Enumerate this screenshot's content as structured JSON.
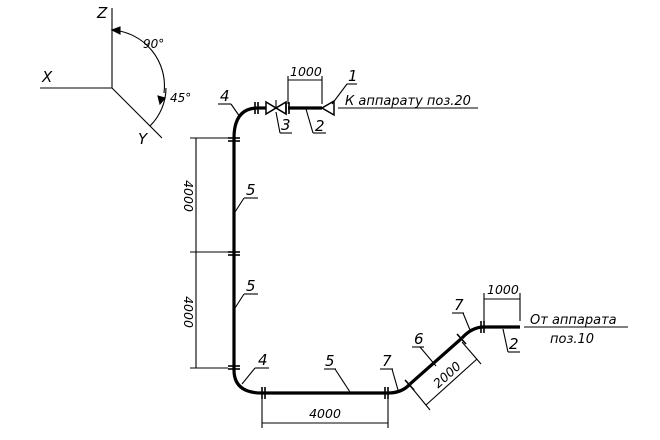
{
  "axes": {
    "z": "Z",
    "x": "X",
    "y": "Y",
    "angle_zy": "90°",
    "angle_xy": "45°"
  },
  "dimensions": {
    "inlet_top": "1000",
    "riser_upper": "4000",
    "riser_lower": "4000",
    "bottom_run": "4000",
    "diagonal": "2000",
    "outlet_right": "1000"
  },
  "labels": {
    "p1": "1",
    "p2_top": "2",
    "p3": "3",
    "p4_top": "4",
    "p5_upper": "5",
    "p5_lower": "5",
    "p4_bottom": "4",
    "p5_bottom": "5",
    "p7_left": "7",
    "p6": "6",
    "p7_right": "7",
    "p2_right": "2"
  },
  "notes": {
    "to_apparatus": "К аппарату поз.20",
    "from_apparatus_line1": "От аппарата",
    "from_apparatus_line2": "поз.10"
  }
}
